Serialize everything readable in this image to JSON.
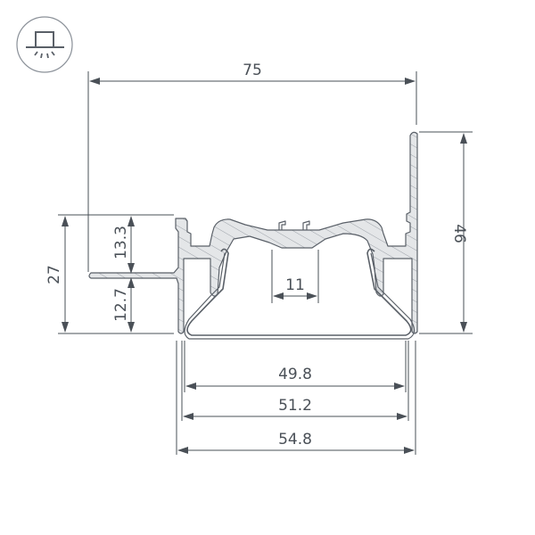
{
  "icon": {
    "name": "recessed-ceiling-light-icon",
    "description": "Ceiling mount with light rays"
  },
  "drawing": {
    "title": "Aluminium profile cross-section",
    "line_color": "#5a6068",
    "fill_color": "#e4e6e8",
    "dimension_color": "#4a5057"
  },
  "dimensions": {
    "overall_width": "75",
    "height_total": "46",
    "flange_height": "27",
    "upper_flange": "13.3",
    "lower_flange": "12.7",
    "slot_width": "11",
    "inner_width": "49.8",
    "diffuser_width": "51.2",
    "body_width": "54.8"
  }
}
